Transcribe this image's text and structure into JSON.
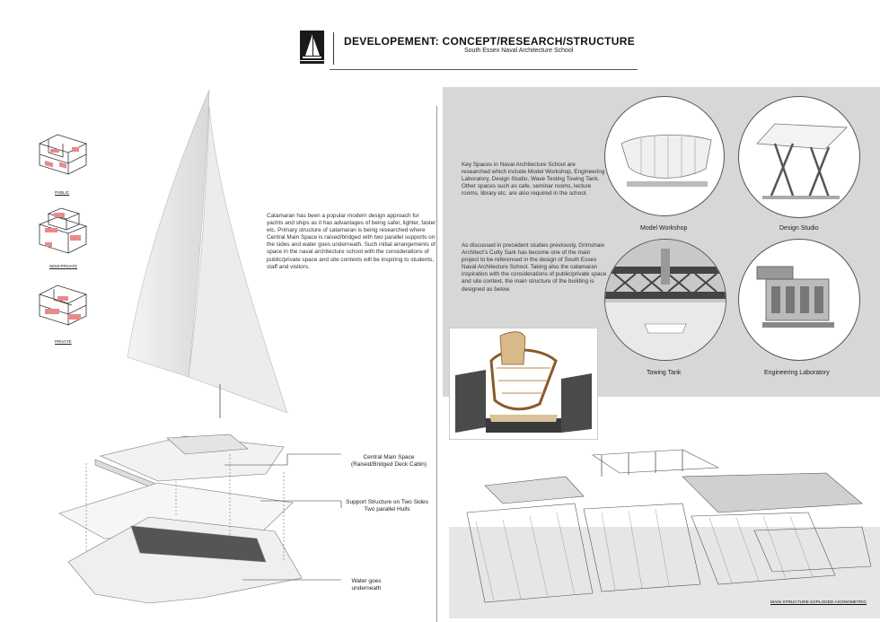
{
  "header": {
    "title": "DEVELOPEMENT: CONCEPT/RESEARCH/STRUCTURE",
    "subtitle": "South Essex Naval Architecture School",
    "logo_icon": "sailboat-logo-icon"
  },
  "zones": [
    {
      "label": "PUBLIC"
    },
    {
      "label": "SEMI-PRIVATE"
    },
    {
      "label": "PRIVATE"
    }
  ],
  "catamaran_text": "Catamaran has been a popular modern design approach for yachts and ships as it has advantages of being safer, lighter, faster etc. Primary structure of catamaran is being researched where Central Main Space is raised/bridged with two parallel supports on the sides and water goes underneath. Such initial arrangements of space in the naval architecture school with the considerations of public/private space and site contexts will be inspiring to students, staff and visitors.",
  "callouts": {
    "central_line1": "Central Main Space",
    "central_line2": "(Raised/Bridged Deck Cabin)",
    "support_line1": "Support Structure on Two Sides",
    "support_line2": "Two parallel Hulls",
    "water_line1": "Water goes",
    "water_line2": "underneath"
  },
  "key_spaces_text": "Key Spaces in Naval Architecture School are researched which include Model Workshop, Engineering Laboratory, Design Studio, Wave Testing Towing Tank. Other spaces such as cafe, seminar rooms, lecture rooms, library etc. are also required in the school.",
  "precedent_text": "As discussed in precedent studies previously, Grimshaw Architect's Cutty Sark has become one of the main project to be referenced in the design of South Essex Naval Architecture School. Taking also the catamaran inspiration with the considerations of public/private space and site context, the main structure of the building is designed as below.",
  "spaces": [
    {
      "label": "Model Workshop"
    },
    {
      "label": "Design Studio"
    },
    {
      "label": "Towing Tank"
    },
    {
      "label": "Engineering Laboratory"
    }
  ],
  "axo_caption": "MAIN STRUCTURE EXPLODED AXONOMETRIC",
  "colors": {
    "panel_grey": "#d7d7d7",
    "zone_red": "#e88a8a",
    "ink": "#222222"
  }
}
